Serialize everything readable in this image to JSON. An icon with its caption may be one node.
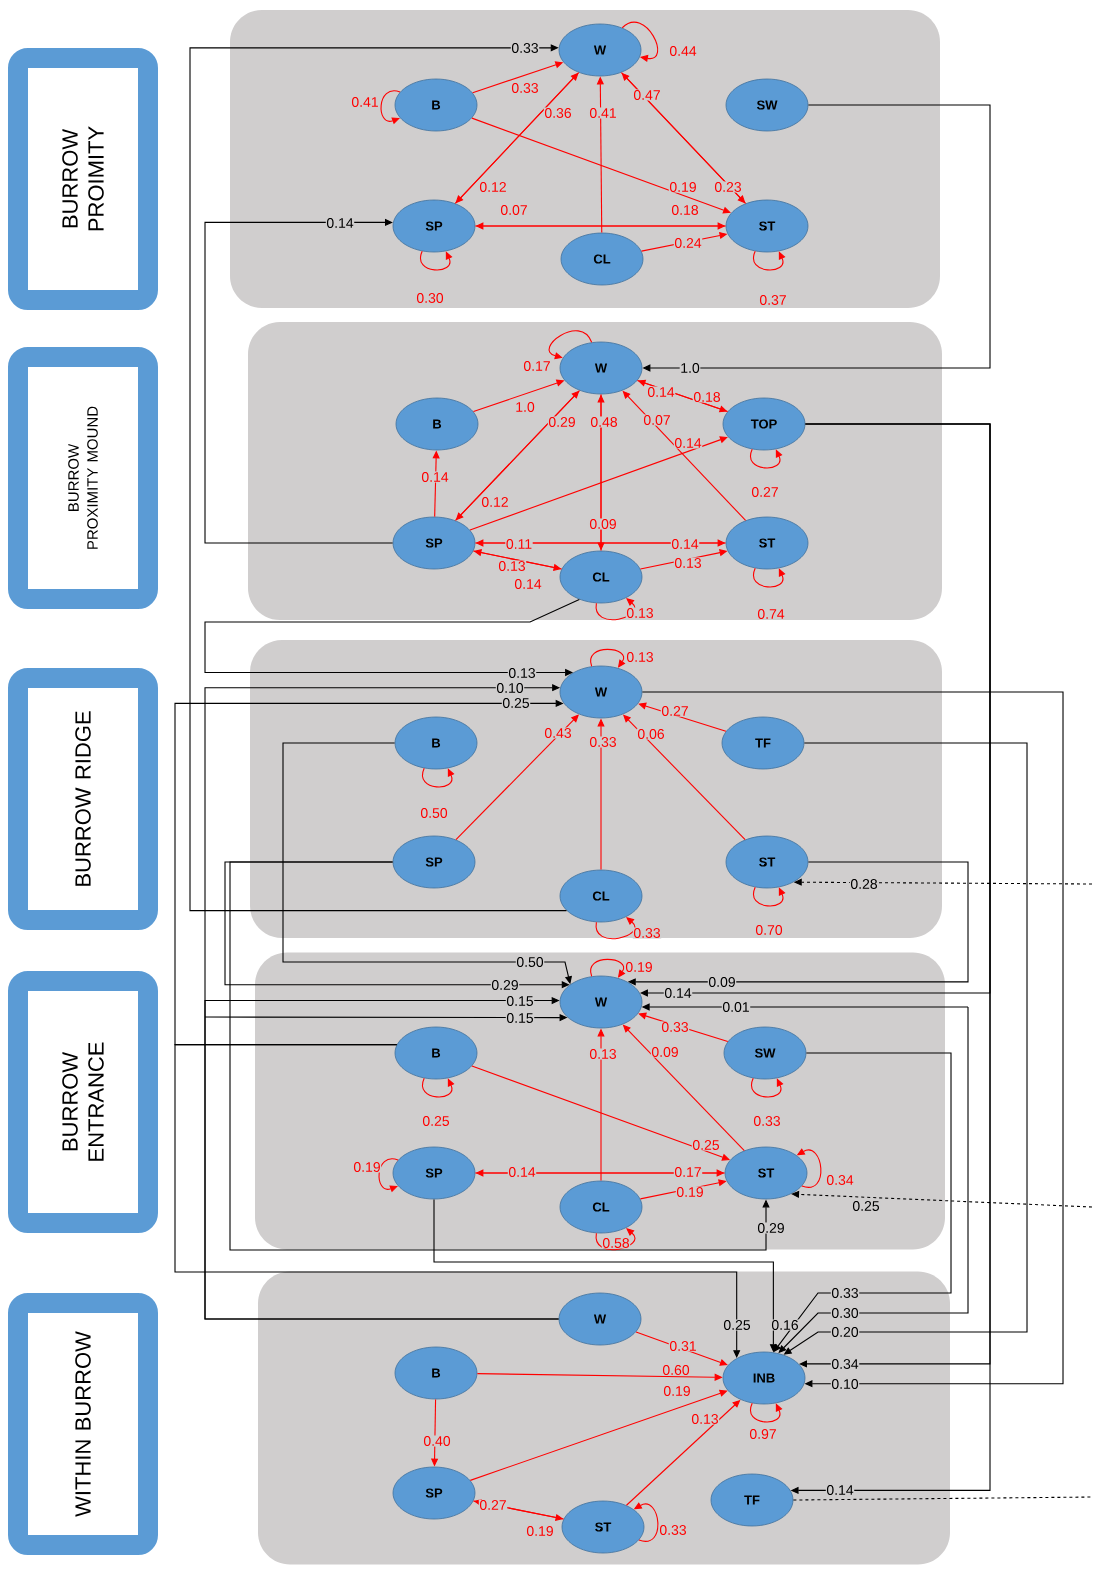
{
  "diagram": {
    "nodes": [
      {
        "text": [
          "BURROW PROIMITY"
        ]
      },
      {
        "text": [],
        "shape": "box"
      },
      {
        "text": [
          "W"
        ],
        "in": 1
      },
      {
        "text": [
          "B"
        ],
        "in": 1
      },
      {
        "text": [
          "SW"
        ],
        "in": 1
      },
      {
        "text": [
          "SP"
        ],
        "in": 1
      },
      {
        "text": [
          "CL"
        ],
        "in": 1
      },
      {
        "text": [
          "ST"
        ],
        "in": 1
      },
      {
        "text": [
          "BURROW PROXIMITY MOUND"
        ]
      },
      {
        "text": [],
        "shape": "box"
      },
      {
        "text": [
          "W"
        ],
        "in": 9
      },
      {
        "text": [
          "B"
        ],
        "in": 9
      },
      {
        "text": [
          "TOP"
        ],
        "in": 9
      },
      {
        "text": [
          "SP"
        ],
        "in": 9
      },
      {
        "text": [
          "CL"
        ],
        "in": 9
      },
      {
        "text": [
          "ST"
        ],
        "in": 9
      },
      {
        "text": [
          "BURROW RIDGE"
        ]
      },
      {
        "text": [],
        "shape": "box"
      },
      {
        "text": [
          "W"
        ],
        "in": 17
      },
      {
        "text": [
          "B"
        ],
        "in": 17
      },
      {
        "text": [
          "TF"
        ],
        "in": 17
      },
      {
        "text": [
          "SP"
        ],
        "in": 17
      },
      {
        "text": [
          "CL"
        ],
        "in": 17
      },
      {
        "text": [
          "ST"
        ],
        "in": 17
      },
      {
        "text": [
          "BURROW ENTRANCE"
        ]
      },
      {
        "text": [],
        "shape": "box"
      },
      {
        "text": [
          "W"
        ],
        "in": 25
      },
      {
        "text": [
          "B"
        ],
        "in": 25
      },
      {
        "text": [
          "SW"
        ],
        "in": 25
      },
      {
        "text": [
          "SP"
        ],
        "in": 25
      },
      {
        "text": [
          "CL"
        ],
        "in": 25
      },
      {
        "text": [
          "ST"
        ],
        "in": 25
      },
      {
        "text": [
          "WITHIN BURROW"
        ]
      },
      {
        "text": [],
        "shape": "box"
      },
      {
        "text": [
          "W"
        ],
        "in": 33
      },
      {
        "text": [
          "B"
        ],
        "in": 33
      },
      {
        "text": [
          "INB"
        ],
        "in": 33
      },
      {
        "text": [
          "SP"
        ],
        "in": 33
      },
      {
        "text": [
          "ST"
        ],
        "in": 33
      },
      {
        "text": [
          "TF"
        ],
        "in": 33
      }
    ],
    "edges": [
      {
        "from": 2,
        "to": 2,
        "arrow": "to",
        "label": "0.44"
      },
      {
        "from": 3,
        "to": 3,
        "arrow": "to",
        "label": "0.41"
      },
      {
        "from": 3,
        "to": 2,
        "arrow": "to",
        "label": "0.33"
      },
      {
        "from": 5,
        "to": 2,
        "arrow": "to",
        "label": "0.36"
      },
      {
        "from": 2,
        "to": 5,
        "arrow": "to",
        "label": "0.12"
      },
      {
        "from": 6,
        "to": 2,
        "arrow": "to",
        "label": "0.41"
      },
      {
        "from": 7,
        "to": 2,
        "arrow": "to",
        "label": "0.47"
      },
      {
        "from": 2,
        "to": 7,
        "arrow": "to",
        "label": "0.23"
      },
      {
        "from": 3,
        "to": 7,
        "arrow": "to",
        "label": "0.19"
      },
      {
        "from": 7,
        "to": 5,
        "arrow": "to",
        "label": "0.07"
      },
      {
        "from": 5,
        "to": 7,
        "arrow": "to",
        "label": "0.18"
      },
      {
        "from": 6,
        "to": 7,
        "arrow": "to",
        "label": "0.24"
      },
      {
        "from": 5,
        "to": 5,
        "arrow": "to",
        "label": "0.30"
      },
      {
        "from": 7,
        "to": 7,
        "arrow": "to",
        "label": "0.37"
      },
      {
        "from": 22,
        "to": 2,
        "arrow": "to",
        "label": "0.33",
        "color": "#000000"
      },
      {
        "from": 13,
        "to": 5,
        "arrow": "to",
        "label": "0.14",
        "color": "#000000"
      },
      {
        "from": 4,
        "to": 10,
        "arrow": "to",
        "label": "1.0",
        "color": "#000000"
      },
      {
        "from": 10,
        "to": 10,
        "arrow": "to",
        "label": "0.17"
      },
      {
        "from": 11,
        "to": 10,
        "arrow": "to",
        "label": "1.0"
      },
      {
        "from": 13,
        "to": 10,
        "arrow": "to",
        "label": "0.29"
      },
      {
        "from": 10,
        "to": 13,
        "arrow": "to",
        "label": "0.12"
      },
      {
        "from": 14,
        "to": 10,
        "arrow": "to",
        "label": "0.48"
      },
      {
        "from": 10,
        "to": 14,
        "arrow": "to",
        "label": "0.09"
      },
      {
        "from": 15,
        "to": 10,
        "arrow": "to",
        "label": "0.07"
      },
      {
        "from": 10,
        "to": 12,
        "arrow": "to",
        "label": "0.18"
      },
      {
        "from": 12,
        "to": 10,
        "arrow": "to",
        "label": "0.14"
      },
      {
        "from": 13,
        "to": 12,
        "arrow": "to",
        "label": "0.14"
      },
      {
        "from": 13,
        "to": 11,
        "arrow": "to",
        "label": "0.14"
      },
      {
        "from": 15,
        "to": 13,
        "arrow": "to",
        "label": "0.11"
      },
      {
        "from": 13,
        "to": 15,
        "arrow": "to",
        "label": "0.14"
      },
      {
        "from": 14,
        "to": 13,
        "arrow": "to",
        "label": "0.13"
      },
      {
        "from": 13,
        "to": 14,
        "arrow": "to",
        "label": "0.14"
      },
      {
        "from": 14,
        "to": 15,
        "arrow": "to",
        "label": "0.13"
      },
      {
        "from": 12,
        "to": 12,
        "arrow": "to",
        "label": "0.27"
      },
      {
        "from": 15,
        "to": 15,
        "arrow": "to",
        "label": "0.74"
      },
      {
        "from": 14,
        "to": 14,
        "arrow": "to",
        "label": "0.13"
      },
      {
        "from": 14,
        "to": 18,
        "arrow": "to",
        "label": "0.13",
        "color": "#000000"
      },
      {
        "from": 34,
        "to": 18,
        "arrow": "to",
        "label": "0.10",
        "color": "#000000"
      },
      {
        "from": 27,
        "to": 18,
        "arrow": "to",
        "label": "0.25",
        "color": "#000000"
      },
      {
        "from": 18,
        "to": 18,
        "arrow": "to",
        "label": "0.13"
      },
      {
        "from": 19,
        "to": 19,
        "arrow": "to",
        "label": "0.50"
      },
      {
        "from": 21,
        "to": 18,
        "arrow": "to",
        "label": "0.43"
      },
      {
        "from": 22,
        "to": 18,
        "arrow": "to",
        "label": "0.33"
      },
      {
        "from": 23,
        "to": 18,
        "arrow": "to",
        "label": "0.06"
      },
      {
        "from": 20,
        "to": 18,
        "arrow": "to",
        "label": "0.27"
      },
      {
        "from": 23,
        "to": 23,
        "arrow": "to",
        "label": "0.70"
      },
      {
        "from": 22,
        "to": 22,
        "arrow": "to",
        "label": "0.33"
      },
      {
        "from": 19,
        "to": 26,
        "arrow": "to",
        "label": "0.50",
        "color": "#000000"
      },
      {
        "from": 21,
        "to": 26,
        "arrow": "to",
        "label": "0.29",
        "color": "#000000"
      },
      {
        "from": 21,
        "to": 31,
        "arrow": "to",
        "label": "0.29",
        "color": "#000000"
      },
      {
        "from": 23,
        "to": 26,
        "arrow": "to",
        "label": "0.09",
        "color": "#000000"
      },
      {
        "from": 20,
        "to": 36,
        "arrow": "to",
        "label": "0.20",
        "color": "#000000"
      },
      {
        "from": 18,
        "to": 36,
        "arrow": "to",
        "label": "0.10",
        "color": "#000000"
      },
      {
        "from": null,
        "to": 23,
        "arrow": "to",
        "label": "0.28",
        "color": "#000000",
        "style": "dashed"
      },
      {
        "from": 26,
        "to": 26,
        "arrow": "to",
        "label": "0.19"
      },
      {
        "from": 27,
        "to": 27,
        "arrow": "to",
        "label": "0.25"
      },
      {
        "from": 28,
        "to": 28,
        "arrow": "to",
        "label": "0.33"
      },
      {
        "from": 29,
        "to": 29,
        "arrow": "to",
        "label": "0.19"
      },
      {
        "from": 31,
        "to": 31,
        "arrow": "to",
        "label": "0.34"
      },
      {
        "from": 30,
        "to": 30,
        "arrow": "to",
        "label": "0.58"
      },
      {
        "from": 30,
        "to": 26,
        "arrow": "to",
        "label": "0.13"
      },
      {
        "from": 31,
        "to": 26,
        "arrow": "to",
        "label": "0.09"
      },
      {
        "from": 28,
        "to": 26,
        "arrow": "to",
        "label": "0.33"
      },
      {
        "from": 27,
        "to": 31,
        "arrow": "to",
        "label": "0.25"
      },
      {
        "from": 31,
        "to": 29,
        "arrow": "to",
        "label": "0.14"
      },
      {
        "from": 29,
        "to": 31,
        "arrow": "to",
        "label": "0.17"
      },
      {
        "from": 30,
        "to": 31,
        "arrow": "to",
        "label": "0.19"
      },
      {
        "from": 28,
        "to": 36,
        "arrow": "to",
        "label": "0.33",
        "color": "#000000"
      },
      {
        "from": null,
        "to": 26,
        "arrow": "to",
        "label": "0.01",
        "color": "#000000"
      },
      {
        "from": null,
        "to": 36,
        "arrow": "to",
        "label": "0.30",
        "color": "#000000"
      },
      {
        "from": 12,
        "to": 26,
        "arrow": "to",
        "label": "0.14",
        "color": "#000000"
      },
      {
        "from": 12,
        "to": 36,
        "arrow": "to",
        "label": "0.34",
        "color": "#000000"
      },
      {
        "from": 12,
        "to": 39,
        "arrow": "to",
        "label": "0.14",
        "color": "#000000"
      },
      {
        "from": null,
        "to": 31,
        "arrow": "to",
        "label": "0.25",
        "color": "#000000",
        "style": "dashed"
      },
      {
        "from": 34,
        "to": 26,
        "arrow": "to",
        "label": "0.15",
        "color": "#000000"
      },
      {
        "from": null,
        "to": 26,
        "arrow": "to",
        "label": "0.15",
        "color": "#000000"
      },
      {
        "from": 27,
        "to": 36,
        "arrow": "to",
        "label": "0.25",
        "color": "#000000"
      },
      {
        "from": 29,
        "to": 36,
        "arrow": "to",
        "label": "0.16",
        "color": "#000000"
      },
      {
        "from": 34,
        "to": 36,
        "arrow": "to",
        "label": "0.31"
      },
      {
        "from": 35,
        "to": 36,
        "arrow": "to",
        "label": "0.60"
      },
      {
        "from": 37,
        "to": 36,
        "arrow": "to",
        "label": "0.19"
      },
      {
        "from": 38,
        "to": 36,
        "arrow": "to",
        "label": "0.13"
      },
      {
        "from": 35,
        "to": 37,
        "arrow": "to",
        "label": "0.40"
      },
      {
        "from": 37,
        "to": 38,
        "arrow": "to",
        "label": "0.19"
      },
      {
        "from": 38,
        "to": 37,
        "arrow": "to",
        "label": "0.27"
      },
      {
        "from": 36,
        "to": 36,
        "arrow": "to",
        "label": "0.97"
      },
      {
        "from": 38,
        "to": 38,
        "arrow": "to",
        "label": "0.33"
      },
      {
        "from": 39,
        "to": null,
        "arrow": "none",
        "color": "#000000",
        "style": "dashed"
      }
    ]
  }
}
